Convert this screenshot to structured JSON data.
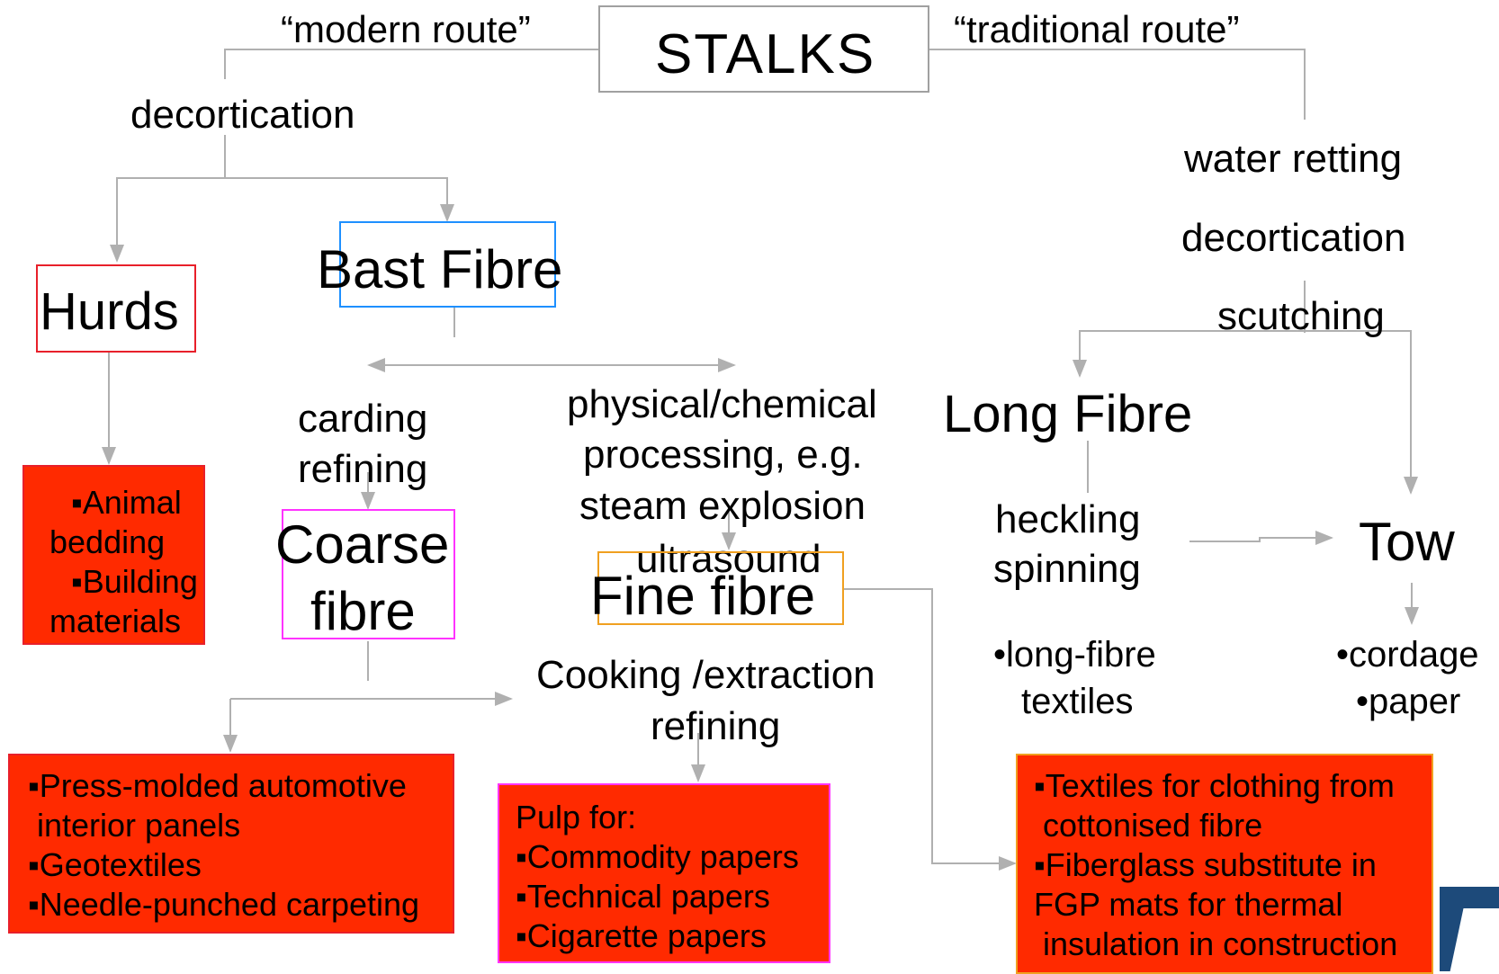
{
  "nodes": {
    "stalks": "STALKS",
    "bast_fibre": "Bast Fibre",
    "hurds": "Hurds",
    "coarse_fibre": [
      "Coarse",
      "fibre"
    ],
    "fine_fibre": "Fine fibre",
    "long_fibre": "Long Fibre",
    "tow": "Tow"
  },
  "labels": {
    "modern_route": "“modern route”",
    "traditional_route": "“traditional route”",
    "decortication_left": "decortication",
    "water_retting": "water retting",
    "decortication_right": "decortication",
    "scutching": "scutching",
    "carding_refining": [
      "carding",
      "refining"
    ],
    "physical_chemical": [
      "physical/chemical",
      "processing, e.g.",
      "steam explosion",
      "ultrasound"
    ],
    "heckling_spinning": [
      "heckling",
      "spinning"
    ],
    "cooking_refining": [
      "Cooking /extraction",
      "refining"
    ],
    "long_fibre_textiles": [
      "•long-fibre",
      "textiles"
    ],
    "tow_uses": [
      "•cordage",
      "•paper"
    ]
  },
  "boxes": {
    "hurds_uses": [
      "▪Animal",
      "bedding",
      "▪Building",
      "materials"
    ],
    "coarse_uses": [
      "▪Press-molded automotive",
      " interior panels",
      "▪Geotextiles",
      "▪Needle-punched carpeting"
    ],
    "pulp_uses": [
      "Pulp for:",
      "▪Commodity papers",
      "▪Technical papers",
      "▪Cigarette papers"
    ],
    "fine_uses": [
      "▪Textiles for clothing from",
      " cottonised fibre",
      "▪Fiberglass substitute in",
      "FGP mats for thermal",
      " insulation in construction"
    ]
  },
  "colors": {
    "connector": "#b0b0b0",
    "red_fill": "#ff2a00",
    "stalks_border": "#a0a0a0",
    "bast_border": "#1e90ff",
    "hurds_border": "#e8202a",
    "coarse_border": "#ff33ff",
    "fine_border": "#f0a020"
  }
}
